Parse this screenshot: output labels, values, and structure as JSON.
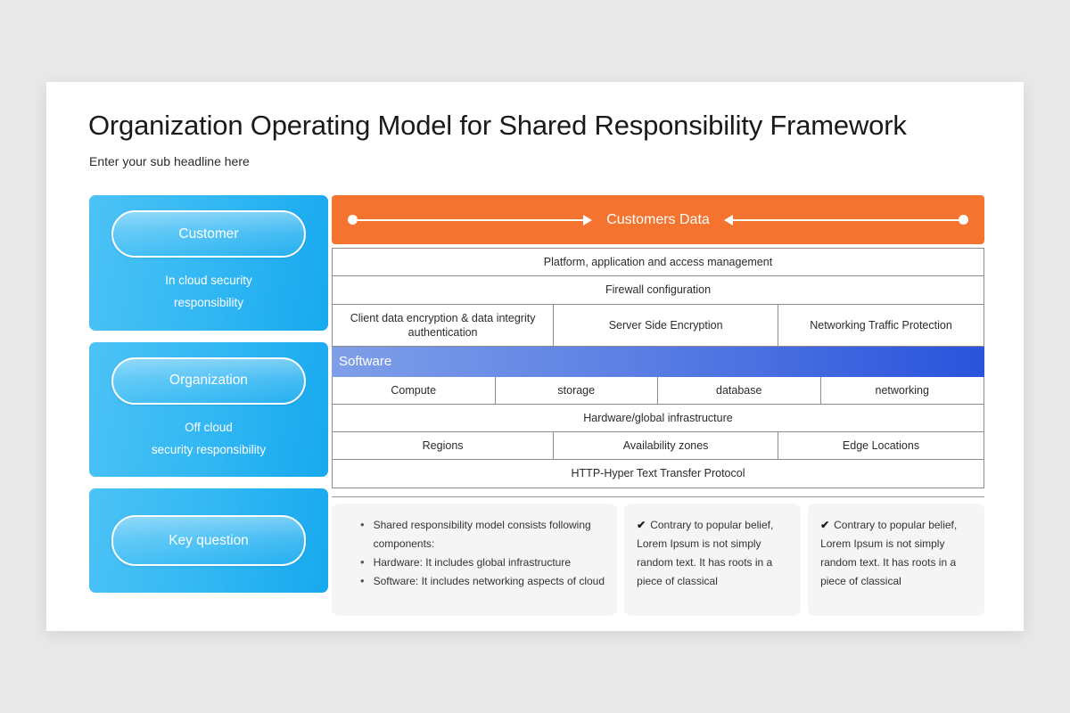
{
  "slide": {
    "title": "Organization Operating Model for Shared Responsibility Framework",
    "subtitle": "Enter your sub headline here"
  },
  "colors": {
    "accent_orange": "#f4732e",
    "accent_blue_card": "#35b9f4",
    "software_blue_start": "#7f9fe8",
    "software_blue_end": "#2a53dc",
    "canvas": "#ffffff",
    "backdrop": "#e9e9ea"
  },
  "left_cards": [
    {
      "pill_label": "Customer",
      "sub_line_1": "In cloud security",
      "sub_line_2": "responsibility"
    },
    {
      "pill_label": "Organization",
      "sub_line_1": "Off cloud",
      "sub_line_2": "security responsibility"
    },
    {
      "pill_label": "Key question",
      "sub_line_1": "",
      "sub_line_2": ""
    }
  ],
  "orange_bar": {
    "label": "Customers Data",
    "left_arrow_direction": "right",
    "right_arrow_direction": "left"
  },
  "table": {
    "rows": [
      {
        "type": "single",
        "cells": [
          "Platform, application and access management"
        ]
      },
      {
        "type": "single",
        "cells": [
          "Firewall configuration"
        ]
      },
      {
        "type": "three",
        "cells": [
          "Client data encryption & data integrity authentication",
          "Server Side Encryption",
          "Networking Traffic Protection"
        ]
      },
      {
        "type": "software",
        "cells": [
          "Software"
        ]
      },
      {
        "type": "four",
        "cells": [
          "Compute",
          "storage",
          "database",
          "networking"
        ]
      },
      {
        "type": "single",
        "cells": [
          "Hardware/global infrastructure"
        ]
      },
      {
        "type": "three",
        "cells": [
          "Regions",
          "Availability zones",
          "Edge Locations"
        ]
      },
      {
        "type": "single",
        "cells": [
          "HTTP-Hyper Text Transfer Protocol"
        ]
      }
    ]
  },
  "panels": {
    "bullets": [
      "Shared responsibility model consists following components:",
      "Hardware: It includes global infrastructure",
      "Software: It includes networking aspects of cloud"
    ],
    "bullet_marker": "•",
    "check_marker": "✔",
    "note_left": "Contrary to popular belief, Lorem Ipsum is not simply random text. It has roots in a piece of classical",
    "note_right": "Contrary to popular belief, Lorem Ipsum is not simply random text. It has roots in a piece of classical"
  }
}
